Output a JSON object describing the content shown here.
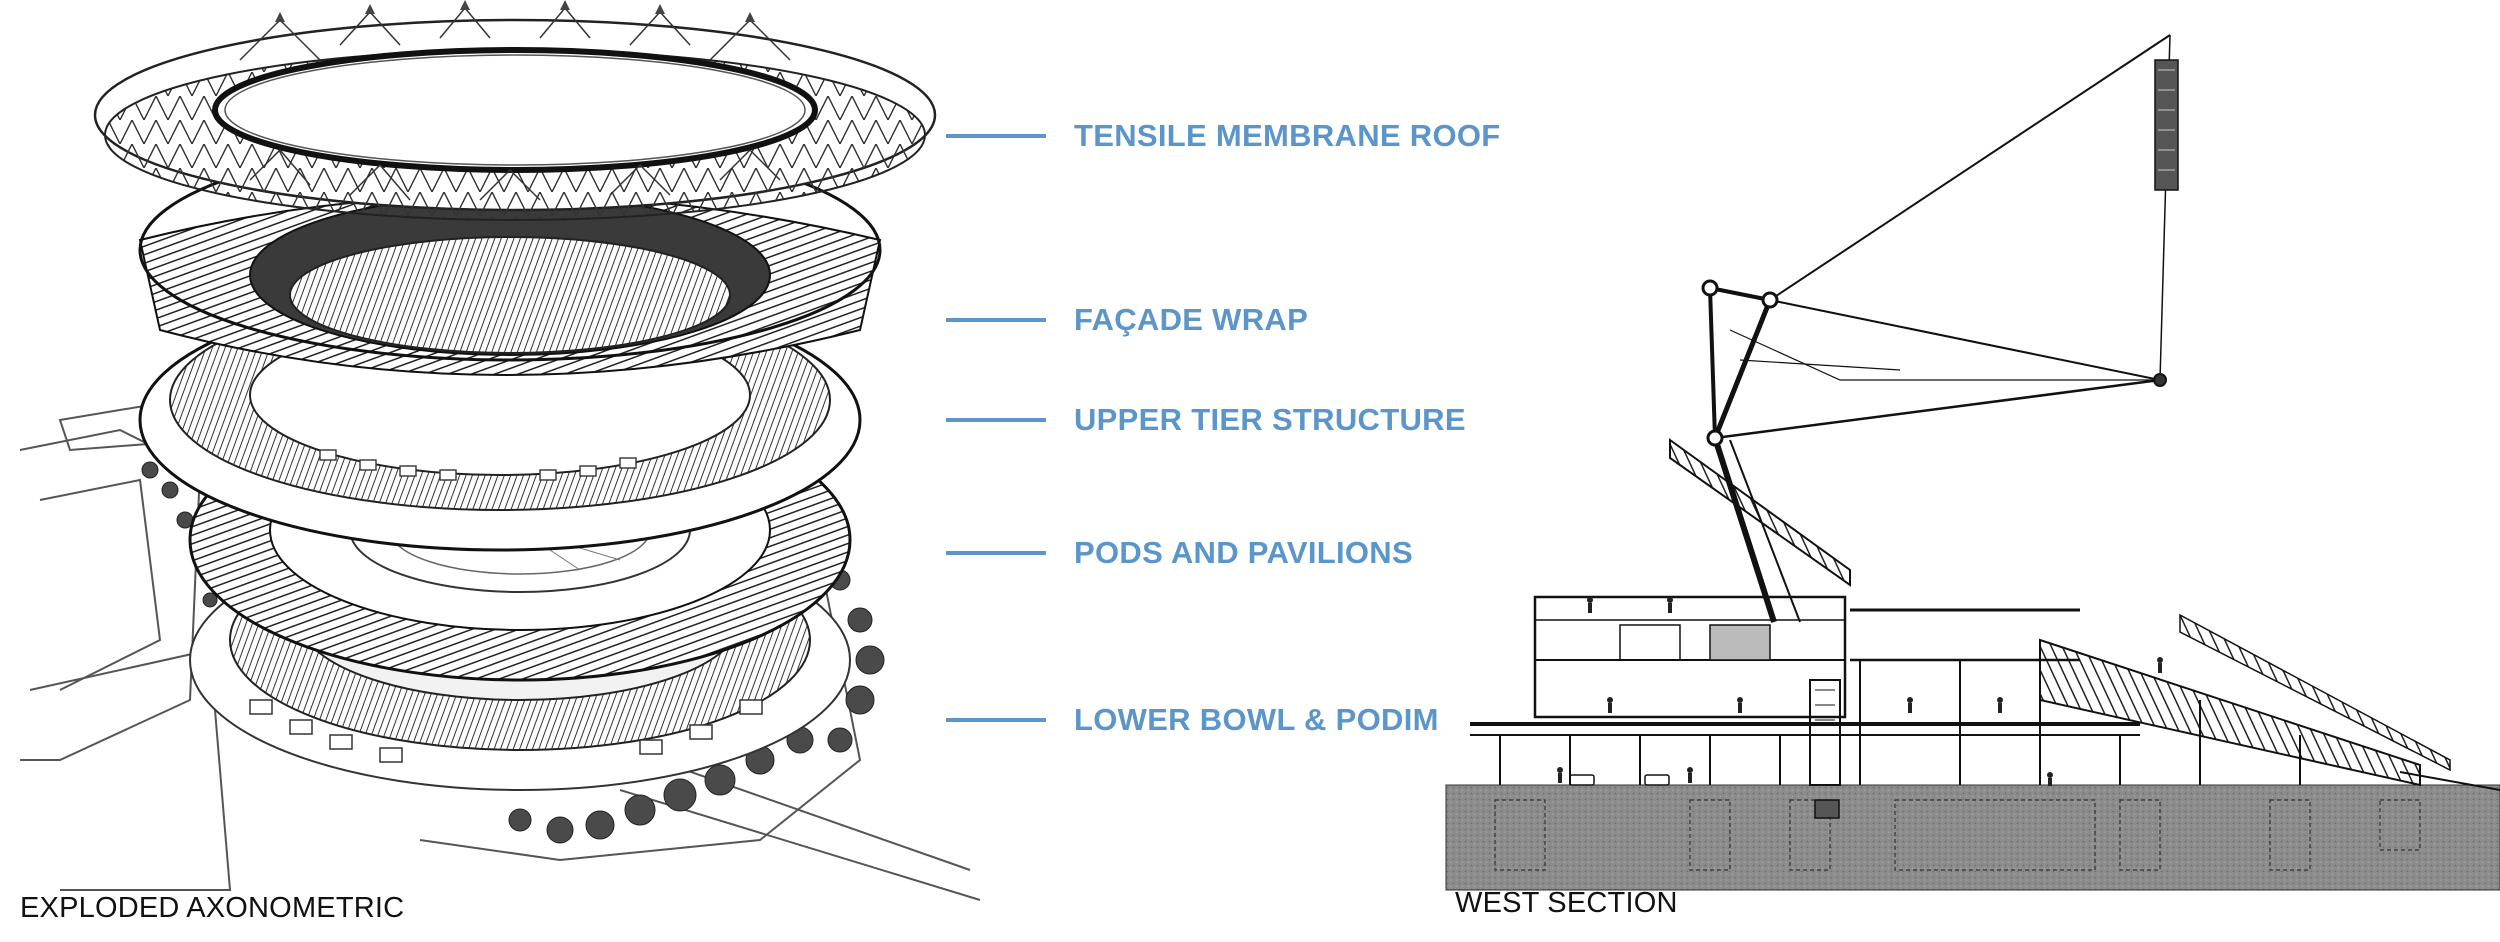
{
  "callouts": [
    {
      "id": "roof",
      "label": "TENSILE MEMBRANE ROOF"
    },
    {
      "id": "facade",
      "label": "FAÇADE WRAP"
    },
    {
      "id": "upper",
      "label": "UPPER TIER STRUCTURE"
    },
    {
      "id": "pods",
      "label": "PODS AND PAVILIONS"
    },
    {
      "id": "lower",
      "label": "LOWER BOWL & PODIM"
    }
  ],
  "captions": {
    "left": "EXPLODED AXONOMETRIC",
    "right": "WEST SECTION"
  },
  "colors": {
    "accent": "#5b95c9",
    "ink": "#222222",
    "ground": "#8c8c8c"
  }
}
